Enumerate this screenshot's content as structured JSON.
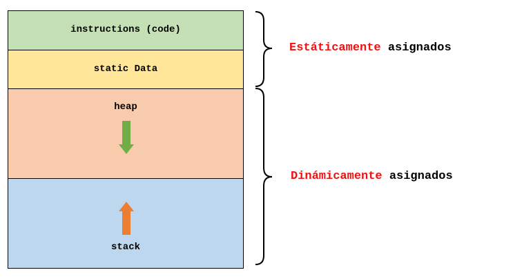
{
  "segments": {
    "instructions": "instructions (code)",
    "static": "static Data",
    "heap": "heap",
    "stack": "stack"
  },
  "groups": {
    "static": {
      "accent": "Estáticamente",
      "rest": " asignados"
    },
    "dynamic": {
      "accent": "Dinámicamente",
      "rest": " asignados"
    }
  },
  "colors": {
    "instructions": "#c5e0b4",
    "static": "#ffe699",
    "heap": "#f8cbad",
    "stack": "#bdd7ee",
    "heap_arrow": "#70ad47",
    "stack_arrow": "#ed7d31",
    "accent_text": "#ee1111"
  },
  "icons": {
    "heap_arrow": "arrow-down-icon",
    "stack_arrow": "arrow-up-icon"
  }
}
